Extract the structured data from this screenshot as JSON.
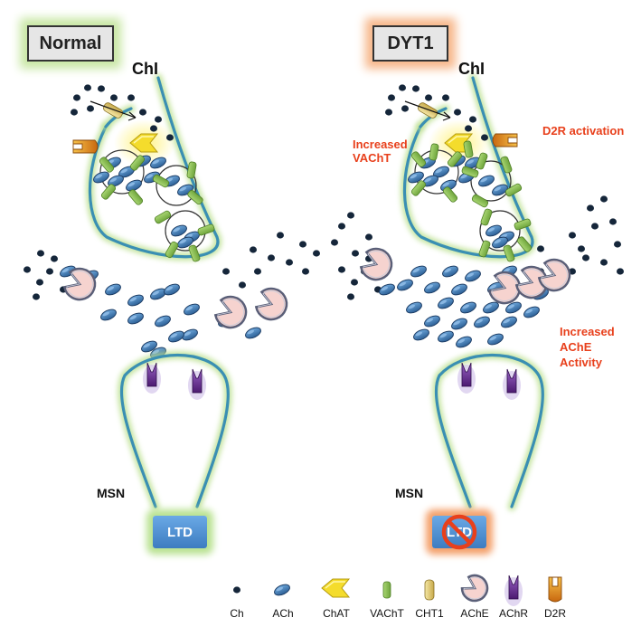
{
  "panels": {
    "left": {
      "title": "Normal",
      "cell_label": "ChI",
      "msn_label": "MSN",
      "ltd_label": "LTD"
    },
    "right": {
      "title": "DYT1",
      "cell_label": "ChI",
      "msn_label": "MSN",
      "ltd_label": "LTD",
      "annotations": {
        "vacht": "Increased\nVAChT",
        "d2r": "D2R activation",
        "ache": "Increased\nAChE\nActivity"
      }
    }
  },
  "legend": [
    {
      "symbol": "Ch",
      "icon": "choline-dot-icon"
    },
    {
      "symbol": "ACh",
      "icon": "acetylcholine-ellipse-icon"
    },
    {
      "symbol": "ChAT",
      "icon": "chat-arrow-icon"
    },
    {
      "symbol": "VAChT",
      "icon": "vacht-cylinder-icon"
    },
    {
      "symbol": "CHT1",
      "icon": "cht1-cylinder-icon"
    },
    {
      "symbol": "AChE",
      "icon": "ache-pacman-icon"
    },
    {
      "symbol": "AChR",
      "icon": "achr-receptor-icon"
    },
    {
      "symbol": "D2R",
      "icon": "d2r-receptor-icon"
    }
  ],
  "colors": {
    "membrane": "#3a8fb3",
    "membrane_glow": "#b6dd8e",
    "normal_glow": "#b6e08a",
    "dyt1_glow": "#f4a06a",
    "ltd_box": "#4a8fd0",
    "annotation": "#e8401c",
    "ach": "#3a78b5",
    "vacht": "#8fc45a",
    "ache": "#f5c9c4",
    "achr": "#6a2c8a",
    "d2r": "#e0901a",
    "chat": "#f6e23a"
  }
}
